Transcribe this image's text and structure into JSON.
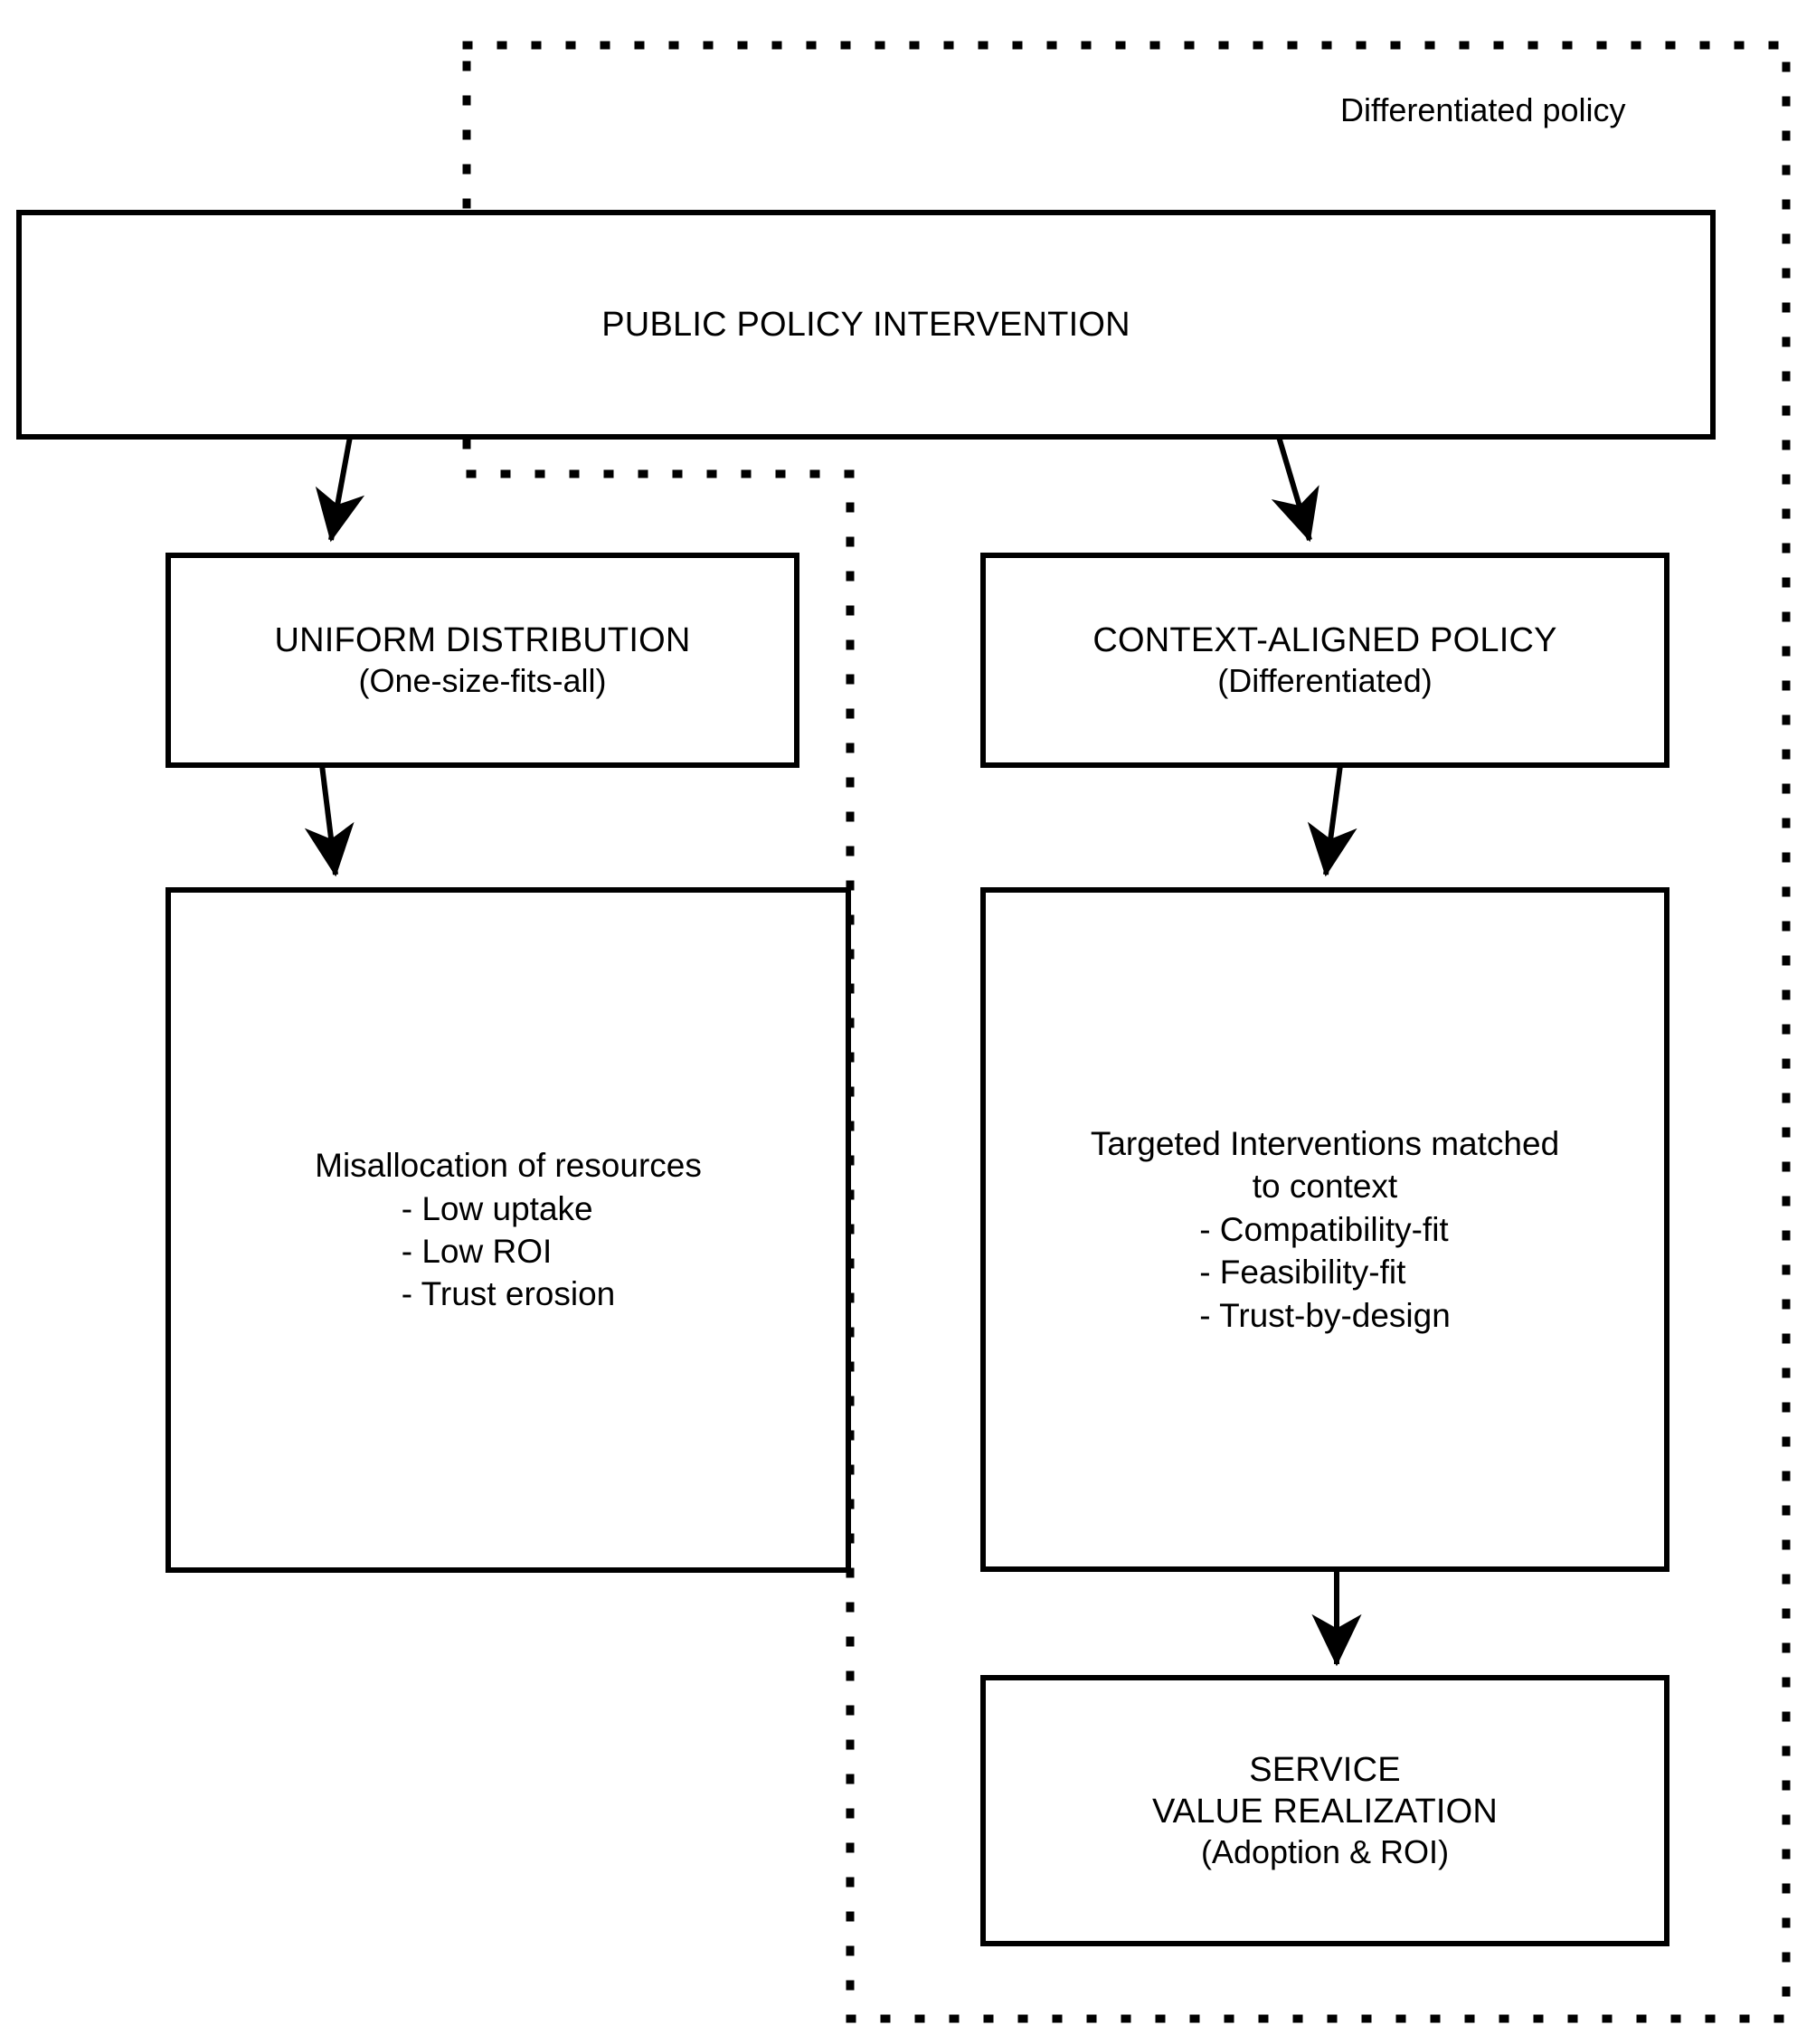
{
  "diagram": {
    "region_caption": "Differentiated policy",
    "accent_color": "#000000",
    "background_color": "#ffffff",
    "nodes": {
      "root": {
        "title": "PUBLIC POLICY INTERVENTION"
      },
      "left_branch": {
        "title": "UNIFORM DISTRIBUTION",
        "subtitle": "(One-size-fits-all)"
      },
      "right_branch": {
        "title": "CONTEXT-ALIGNED POLICY",
        "subtitle": "(Differentiated)"
      },
      "left_outcome": {
        "heading": "Misallocation of resources",
        "bullets": [
          "- Low uptake",
          "- Low ROI",
          "- Trust erosion"
        ]
      },
      "right_outcome": {
        "heading_line1": "Targeted Interventions matched",
        "heading_line2": "to context",
        "bullets": [
          "- Compatibility-fit",
          "- Feasibility-fit",
          "- Trust-by-design"
        ]
      },
      "final_outcome": {
        "line1": "SERVICE",
        "line2": "VALUE REALIZATION",
        "line3": "(Adoption & ROI)"
      }
    }
  }
}
